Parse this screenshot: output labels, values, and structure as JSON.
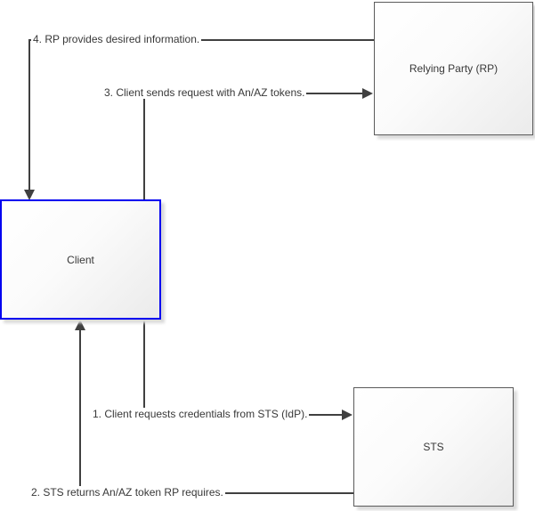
{
  "diagram": {
    "nodes": {
      "rp": {
        "label": "Relying Party (RP)"
      },
      "client": {
        "label": "Client"
      },
      "sts": {
        "label": "STS"
      }
    },
    "connectors": {
      "step1": {
        "label": "1. Client requests credentials from STS (IdP).",
        "from": "Client",
        "to": "STS"
      },
      "step2": {
        "label": "2. STS returns An/AZ token RP requires.",
        "from": "STS",
        "to": "Client"
      },
      "step3": {
        "label": "3. Client sends request with An/AZ tokens.",
        "from": "Client",
        "to": "RP"
      },
      "step4": {
        "label": "4. RP provides desired information.",
        "from": "RP",
        "to": "Client"
      }
    },
    "colors": {
      "connector": "#404040",
      "node_border": "#5b5b5b",
      "client_selected_border": "#0000f0",
      "node_fill_top": "#ffffff",
      "node_fill_bottom": "#ebebeb",
      "shadow": "#dadada",
      "canvas_bg": "#ffffff",
      "text": "#383838"
    }
  }
}
